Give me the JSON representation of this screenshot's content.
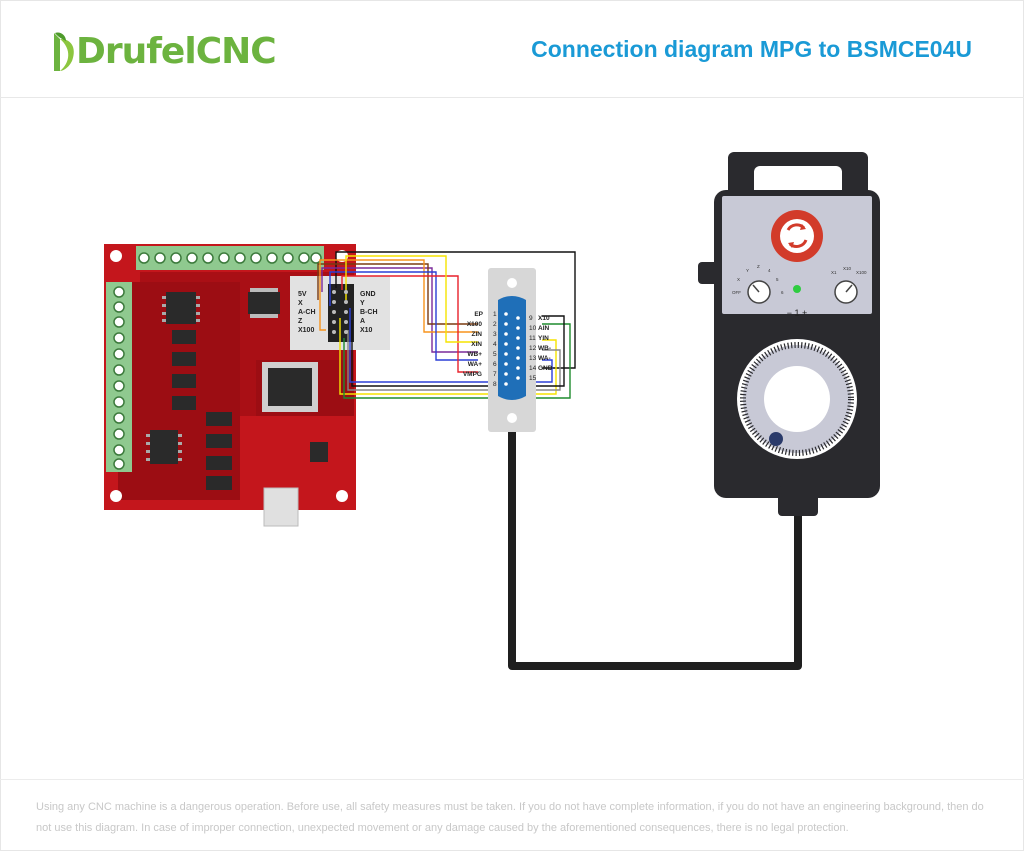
{
  "brand": {
    "name_part1": "Drufel",
    "name_part2": "CNC",
    "green": "#6cb33f"
  },
  "title": "Connection diagram MPG to BSMCE04U",
  "accent": "#1a9ad6",
  "board": {
    "header_labels_left": [
      "5V",
      "X",
      "A-CH",
      "Z",
      "X100"
    ],
    "header_labels_right": [
      "GND",
      "Y",
      "B-CH",
      "A",
      "X10"
    ]
  },
  "connector": {
    "pins_left": [
      {
        "num": "1",
        "label": "EP"
      },
      {
        "num": "2",
        "label": "X100"
      },
      {
        "num": "3",
        "label": "ZIN"
      },
      {
        "num": "4",
        "label": "XIN"
      },
      {
        "num": "5",
        "label": "WB+"
      },
      {
        "num": "6",
        "label": "WA+"
      },
      {
        "num": "7",
        "label": "VMPG"
      },
      {
        "num": "8",
        "label": ""
      }
    ],
    "pins_right": [
      {
        "num": "9",
        "label": "X10"
      },
      {
        "num": "10",
        "label": "AIN"
      },
      {
        "num": "11",
        "label": "YIN"
      },
      {
        "num": "12",
        "label": "WB-"
      },
      {
        "num": "13",
        "label": "WA-"
      },
      {
        "num": "14",
        "label": "GND"
      },
      {
        "num": "15",
        "label": ""
      }
    ]
  },
  "pendant": {
    "axis_ticks": [
      "OFF",
      "X",
      "Y",
      "Z",
      "4",
      "5",
      "6"
    ],
    "step_ticks": [
      "X1",
      "X10",
      "X100"
    ],
    "sign": "− 1 +"
  },
  "wire_colors": {
    "black": "#111111",
    "red": "#e8212b",
    "orange": "#f7941d",
    "yellow": "#f5e400",
    "green": "#1e8b2e",
    "blue": "#2b3fd6",
    "purple": "#7a2a9a",
    "brown": "#7a3b10",
    "gray": "#888888"
  },
  "disclaimer": "Using any CNC machine is a dangerous operation. Before use, all safety measures must be taken. If you do not have complete information, if you do not have an engineering background, then do not use this diagram. In case of improper connection, unexpected movement or any damage caused by the aforementioned consequences, there is no legal protection."
}
